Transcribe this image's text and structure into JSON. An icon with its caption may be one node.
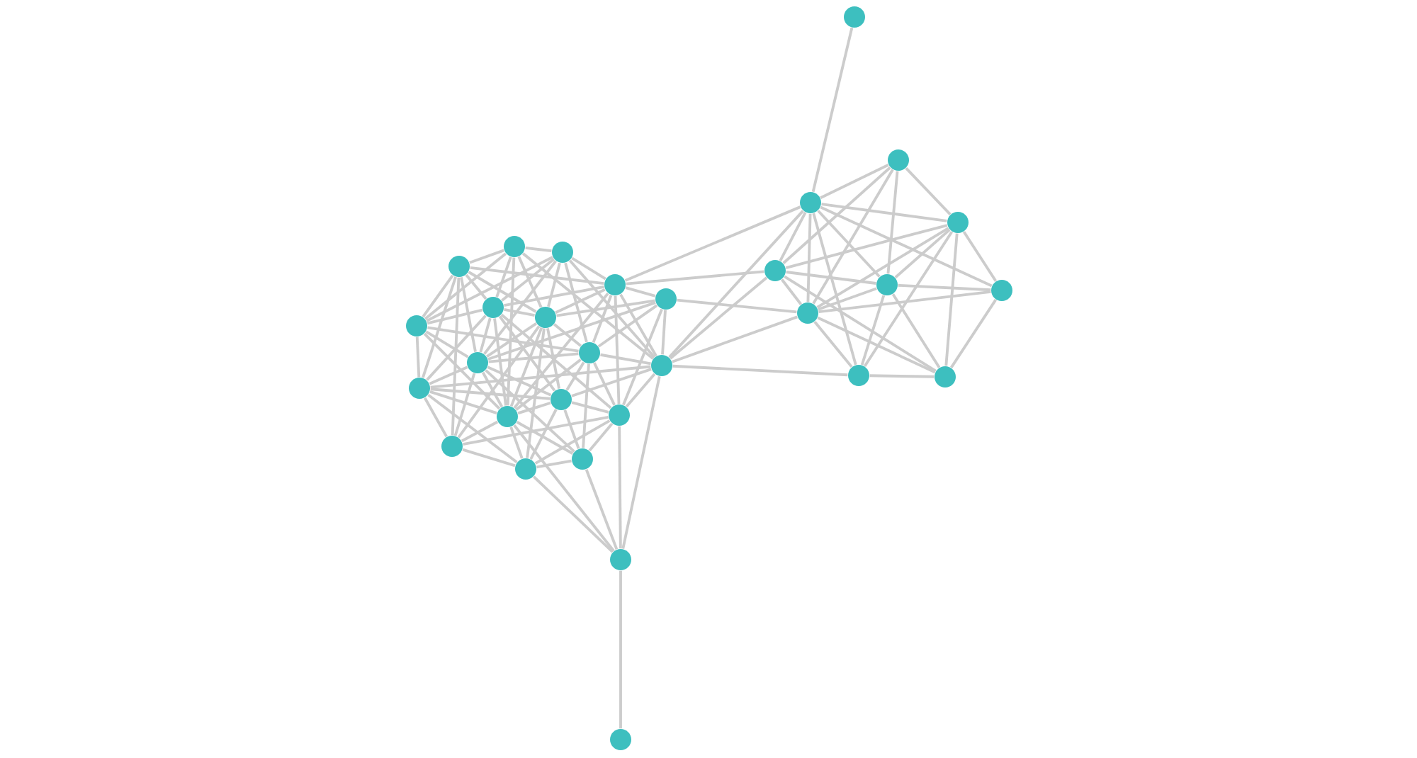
{
  "diagram": {
    "nodes": [
      {
        "text": [],
        "shape": "circle"
      },
      {
        "text": [],
        "shape": "circle"
      },
      {
        "text": [],
        "shape": "circle"
      },
      {
        "text": [],
        "shape": "circle"
      },
      {
        "text": [],
        "shape": "circle"
      },
      {
        "text": [],
        "shape": "circle"
      },
      {
        "text": [],
        "shape": "circle"
      },
      {
        "text": [],
        "shape": "circle"
      },
      {
        "text": [],
        "shape": "circle"
      },
      {
        "text": [],
        "shape": "circle"
      },
      {
        "text": [],
        "shape": "circle"
      },
      {
        "text": [],
        "shape": "circle"
      },
      {
        "text": [],
        "shape": "circle"
      },
      {
        "text": [],
        "shape": "circle"
      },
      {
        "text": [],
        "shape": "circle"
      },
      {
        "text": [],
        "shape": "circle"
      },
      {
        "text": [],
        "shape": "circle"
      },
      {
        "text": [],
        "shape": "circle"
      },
      {
        "text": [],
        "shape": "circle"
      },
      {
        "text": [],
        "shape": "circle"
      },
      {
        "text": [],
        "shape": "circle"
      },
      {
        "text": [],
        "shape": "circle"
      },
      {
        "text": [],
        "shape": "circle"
      },
      {
        "text": [],
        "shape": "circle"
      },
      {
        "text": [],
        "shape": "circle"
      },
      {
        "text": [],
        "shape": "circle"
      },
      {
        "text": [],
        "shape": "circle"
      },
      {
        "text": [],
        "shape": "circle"
      },
      {
        "text": [],
        "shape": "circle"
      },
      {
        "text": [],
        "shape": "circle"
      }
    ],
    "edges": [
      {
        "from": 0,
        "to": 1,
        "arrow": "none"
      },
      {
        "from": 0,
        "to": 3,
        "arrow": "none"
      },
      {
        "from": 0,
        "to": 4,
        "arrow": "none"
      },
      {
        "from": 0,
        "to": 5,
        "arrow": "none"
      },
      {
        "from": 0,
        "to": 6,
        "arrow": "none"
      },
      {
        "from": 0,
        "to": 7,
        "arrow": "none"
      },
      {
        "from": 0,
        "to": 11,
        "arrow": "none"
      },
      {
        "from": 0,
        "to": 13,
        "arrow": "none"
      },
      {
        "from": 1,
        "to": 2,
        "arrow": "none"
      },
      {
        "from": 1,
        "to": 3,
        "arrow": "none"
      },
      {
        "from": 1,
        "to": 4,
        "arrow": "none"
      },
      {
        "from": 1,
        "to": 5,
        "arrow": "none"
      },
      {
        "from": 1,
        "to": 6,
        "arrow": "none"
      },
      {
        "from": 1,
        "to": 8,
        "arrow": "none"
      },
      {
        "from": 1,
        "to": 10,
        "arrow": "none"
      },
      {
        "from": 1,
        "to": 18,
        "arrow": "none"
      },
      {
        "from": 2,
        "to": 3,
        "arrow": "none"
      },
      {
        "from": 2,
        "to": 4,
        "arrow": "none"
      },
      {
        "from": 2,
        "to": 6,
        "arrow": "none"
      },
      {
        "from": 2,
        "to": 8,
        "arrow": "none"
      },
      {
        "from": 2,
        "to": 9,
        "arrow": "none"
      },
      {
        "from": 2,
        "to": 15,
        "arrow": "none"
      },
      {
        "from": 3,
        "to": 4,
        "arrow": "none"
      },
      {
        "from": 3,
        "to": 5,
        "arrow": "none"
      },
      {
        "from": 3,
        "to": 7,
        "arrow": "none"
      },
      {
        "from": 3,
        "to": 9,
        "arrow": "none"
      },
      {
        "from": 3,
        "to": 14,
        "arrow": "none"
      },
      {
        "from": 4,
        "to": 5,
        "arrow": "none"
      },
      {
        "from": 4,
        "to": 6,
        "arrow": "none"
      },
      {
        "from": 4,
        "to": 9,
        "arrow": "none"
      },
      {
        "from": 4,
        "to": 10,
        "arrow": "none"
      },
      {
        "from": 4,
        "to": 11,
        "arrow": "none"
      },
      {
        "from": 4,
        "to": 12,
        "arrow": "none"
      },
      {
        "from": 4,
        "to": 13,
        "arrow": "none"
      },
      {
        "from": 4,
        "to": 19,
        "arrow": "none"
      },
      {
        "from": 5,
        "to": 6,
        "arrow": "none"
      },
      {
        "from": 5,
        "to": 7,
        "arrow": "none"
      },
      {
        "from": 5,
        "to": 9,
        "arrow": "none"
      },
      {
        "from": 5,
        "to": 10,
        "arrow": "none"
      },
      {
        "from": 5,
        "to": 11,
        "arrow": "none"
      },
      {
        "from": 5,
        "to": 14,
        "arrow": "none"
      },
      {
        "from": 5,
        "to": 15,
        "arrow": "none"
      },
      {
        "from": 6,
        "to": 7,
        "arrow": "none"
      },
      {
        "from": 6,
        "to": 8,
        "arrow": "none"
      },
      {
        "from": 6,
        "to": 9,
        "arrow": "none"
      },
      {
        "from": 6,
        "to": 10,
        "arrow": "none"
      },
      {
        "from": 6,
        "to": 12,
        "arrow": "none"
      },
      {
        "from": 6,
        "to": 13,
        "arrow": "none"
      },
      {
        "from": 6,
        "to": 14,
        "arrow": "none"
      },
      {
        "from": 7,
        "to": 9,
        "arrow": "none"
      },
      {
        "from": 7,
        "to": 11,
        "arrow": "none"
      },
      {
        "from": 7,
        "to": 18,
        "arrow": "none"
      },
      {
        "from": 8,
        "to": 9,
        "arrow": "none"
      },
      {
        "from": 8,
        "to": 10,
        "arrow": "none"
      },
      {
        "from": 8,
        "to": 12,
        "arrow": "none"
      },
      {
        "from": 8,
        "to": 15,
        "arrow": "none"
      },
      {
        "from": 9,
        "to": 10,
        "arrow": "none"
      },
      {
        "from": 9,
        "to": 11,
        "arrow": "none"
      },
      {
        "from": 9,
        "to": 13,
        "arrow": "none"
      },
      {
        "from": 9,
        "to": 14,
        "arrow": "none"
      },
      {
        "from": 9,
        "to": 19,
        "arrow": "none"
      },
      {
        "from": 10,
        "to": 12,
        "arrow": "none"
      },
      {
        "from": 10,
        "to": 13,
        "arrow": "none"
      },
      {
        "from": 10,
        "to": 15,
        "arrow": "none"
      },
      {
        "from": 10,
        "to": 18,
        "arrow": "none"
      },
      {
        "from": 11,
        "to": 13,
        "arrow": "none"
      },
      {
        "from": 11,
        "to": 14,
        "arrow": "none"
      },
      {
        "from": 11,
        "to": 18,
        "arrow": "none"
      },
      {
        "from": 12,
        "to": 13,
        "arrow": "none"
      },
      {
        "from": 12,
        "to": 15,
        "arrow": "none"
      },
      {
        "from": 13,
        "to": 14,
        "arrow": "none"
      },
      {
        "from": 13,
        "to": 15,
        "arrow": "none"
      },
      {
        "from": 13,
        "to": 18,
        "arrow": "none"
      },
      {
        "from": 13,
        "to": 19,
        "arrow": "none"
      },
      {
        "from": 14,
        "to": 15,
        "arrow": "none"
      },
      {
        "from": 14,
        "to": 18,
        "arrow": "none"
      },
      {
        "from": 14,
        "to": 19,
        "arrow": "none"
      },
      {
        "from": 15,
        "to": 18,
        "arrow": "none"
      },
      {
        "from": 15,
        "to": 19,
        "arrow": "none"
      },
      {
        "from": 18,
        "to": 19,
        "arrow": "none"
      },
      {
        "from": 18,
        "to": 16,
        "arrow": "none"
      },
      {
        "from": 15,
        "to": 16,
        "arrow": "none"
      },
      {
        "from": 12,
        "to": 16,
        "arrow": "none"
      },
      {
        "from": 8,
        "to": 16,
        "arrow": "none"
      },
      {
        "from": 6,
        "to": 16,
        "arrow": "none"
      },
      {
        "from": 16,
        "to": 17,
        "arrow": "none"
      },
      {
        "from": 14,
        "to": 22,
        "arrow": "none"
      },
      {
        "from": 14,
        "to": 20,
        "arrow": "none"
      },
      {
        "from": 19,
        "to": 21,
        "arrow": "none"
      },
      {
        "from": 18,
        "to": 22,
        "arrow": "none"
      },
      {
        "from": 18,
        "to": 20,
        "arrow": "none"
      },
      {
        "from": 18,
        "to": 21,
        "arrow": "none"
      },
      {
        "from": 18,
        "to": 24,
        "arrow": "none"
      },
      {
        "from": 23,
        "to": 22,
        "arrow": "none"
      },
      {
        "from": 22,
        "to": 26,
        "arrow": "none"
      },
      {
        "from": 22,
        "to": 28,
        "arrow": "none"
      },
      {
        "from": 22,
        "to": 20,
        "arrow": "none"
      },
      {
        "from": 22,
        "to": 21,
        "arrow": "none"
      },
      {
        "from": 22,
        "to": 25,
        "arrow": "none"
      },
      {
        "from": 22,
        "to": 24,
        "arrow": "none"
      },
      {
        "from": 22,
        "to": 29,
        "arrow": "none"
      },
      {
        "from": 26,
        "to": 28,
        "arrow": "none"
      },
      {
        "from": 26,
        "to": 20,
        "arrow": "none"
      },
      {
        "from": 26,
        "to": 21,
        "arrow": "none"
      },
      {
        "from": 26,
        "to": 25,
        "arrow": "none"
      },
      {
        "from": 28,
        "to": 20,
        "arrow": "none"
      },
      {
        "from": 28,
        "to": 21,
        "arrow": "none"
      },
      {
        "from": 28,
        "to": 25,
        "arrow": "none"
      },
      {
        "from": 28,
        "to": 29,
        "arrow": "none"
      },
      {
        "from": 28,
        "to": 24,
        "arrow": "none"
      },
      {
        "from": 28,
        "to": 27,
        "arrow": "none"
      },
      {
        "from": 20,
        "to": 25,
        "arrow": "none"
      },
      {
        "from": 20,
        "to": 21,
        "arrow": "none"
      },
      {
        "from": 20,
        "to": 27,
        "arrow": "none"
      },
      {
        "from": 21,
        "to": 25,
        "arrow": "none"
      },
      {
        "from": 21,
        "to": 29,
        "arrow": "none"
      },
      {
        "from": 21,
        "to": 24,
        "arrow": "none"
      },
      {
        "from": 21,
        "to": 27,
        "arrow": "none"
      },
      {
        "from": 25,
        "to": 29,
        "arrow": "none"
      },
      {
        "from": 25,
        "to": 24,
        "arrow": "none"
      },
      {
        "from": 25,
        "to": 27,
        "arrow": "none"
      },
      {
        "from": 29,
        "to": 27,
        "arrow": "none"
      },
      {
        "from": 24,
        "to": 27,
        "arrow": "none"
      }
    ]
  }
}
